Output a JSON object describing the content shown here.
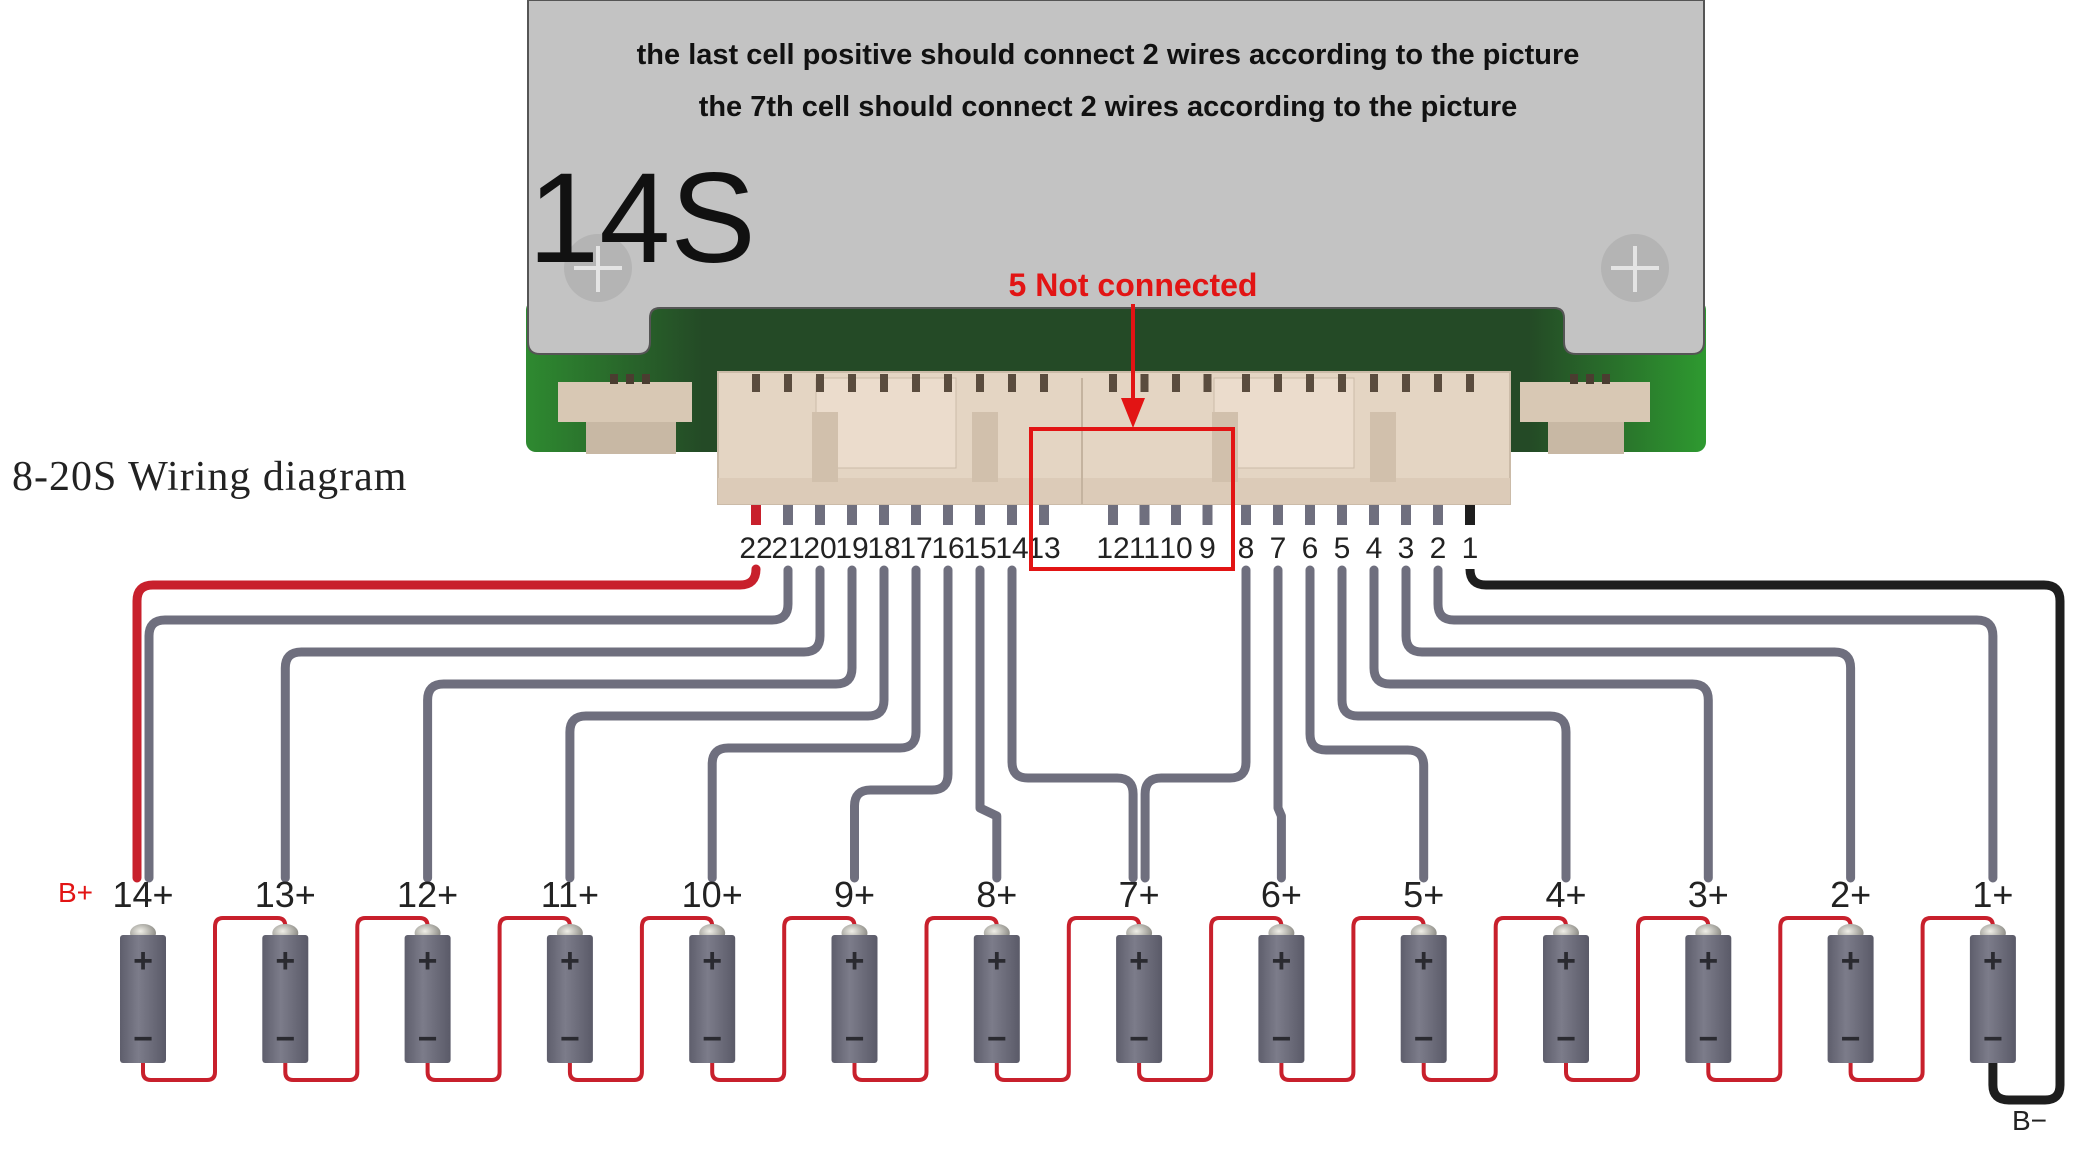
{
  "title": "8-20S Wiring diagram",
  "board": {
    "model": "14S",
    "notes": [
      "the last cell positive should connect 2 wires according to the picture",
      "the 7th cell should connect 2 wires according to the picture"
    ],
    "not_connected_label": "5 Not connected"
  },
  "connector": {
    "pins": [
      "22",
      "21",
      "20",
      "19",
      "18",
      "17",
      "16",
      "15",
      "14",
      "13",
      "12",
      "11",
      "10",
      "9",
      "8",
      "7",
      "6",
      "5",
      "4",
      "3",
      "2",
      "1"
    ],
    "not_connected_pins": [
      "13",
      "12",
      "11",
      "10",
      "9"
    ],
    "pin_colors": {
      "22": "red",
      "1": "black",
      "default": "gray"
    }
  },
  "cells": {
    "labels": [
      "14+",
      "13+",
      "12+",
      "11+",
      "10+",
      "9+",
      "8+",
      "7+",
      "6+",
      "5+",
      "4+",
      "3+",
      "2+",
      "1+"
    ],
    "plus_sign": "+",
    "minus_sign": "−"
  },
  "wiring": [
    {
      "pin": "22",
      "to": "14+",
      "color": "red"
    },
    {
      "pin": "21",
      "to": "14+",
      "color": "gray"
    },
    {
      "pin": "20",
      "to": "13+",
      "color": "gray"
    },
    {
      "pin": "19",
      "to": "12+",
      "color": "gray"
    },
    {
      "pin": "18",
      "to": "11+",
      "color": "gray"
    },
    {
      "pin": "17",
      "to": "10+",
      "color": "gray"
    },
    {
      "pin": "16",
      "to": "9+",
      "color": "gray"
    },
    {
      "pin": "15",
      "to": "8+",
      "color": "gray"
    },
    {
      "pin": "14",
      "to": "7+",
      "color": "gray"
    },
    {
      "pin": "8",
      "to": "7+",
      "color": "gray"
    },
    {
      "pin": "7",
      "to": "6+",
      "color": "gray"
    },
    {
      "pin": "6",
      "to": "5+",
      "color": "gray"
    },
    {
      "pin": "5",
      "to": "4+",
      "color": "gray"
    },
    {
      "pin": "4",
      "to": "3+",
      "color": "gray"
    },
    {
      "pin": "3",
      "to": "2+",
      "color": "gray"
    },
    {
      "pin": "2",
      "to": "1+",
      "color": "gray"
    },
    {
      "pin": "1",
      "to": "1−",
      "color": "black"
    }
  ],
  "terminals": {
    "b_plus": "B+",
    "b_minus": "B−"
  },
  "colors": {
    "red_wire": "#c8202c",
    "gray_wire": "#6f6f7e",
    "black_wire": "#1e1e1e",
    "annotation_red": "#e21414",
    "pcb_green": "#2c6a2e",
    "cover_gray": "#c4c4c4",
    "connector_beige": "#e6d7c6",
    "cell_body": "#70707e"
  }
}
